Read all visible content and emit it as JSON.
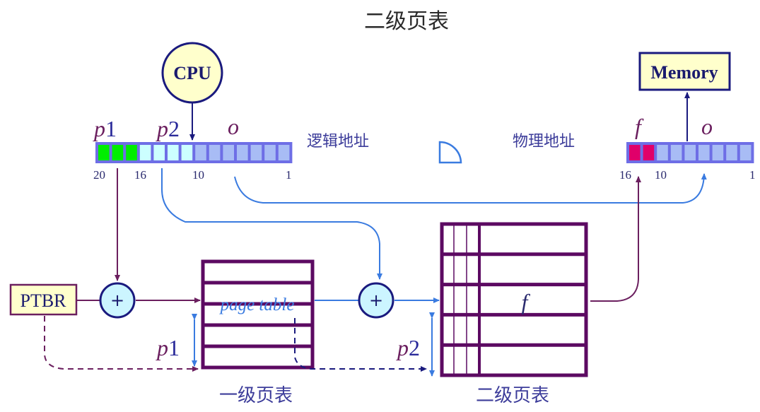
{
  "title": "二级页表",
  "cpu": {
    "label": "CPU"
  },
  "memory": {
    "label": "Memory"
  },
  "ptbr": {
    "label": "PTBR"
  },
  "logical_address": {
    "label": "逻辑地址",
    "fields": {
      "p1": {
        "italic": "p",
        "digit": "1"
      },
      "p2": {
        "italic": "p",
        "digit": "2"
      },
      "o": {
        "italic": "o"
      }
    },
    "bit_labels": [
      "20",
      "16",
      "10",
      "1"
    ],
    "cells": [
      "p1",
      "p1",
      "p1",
      "p2",
      "p2",
      "p2",
      "p2",
      "o",
      "o",
      "o",
      "o",
      "o",
      "o",
      "o"
    ]
  },
  "physical_address": {
    "label": "物理地址",
    "fields": {
      "f": {
        "italic": "f"
      },
      "o": {
        "italic": "o"
      }
    },
    "bit_labels": [
      "16",
      "10",
      "1"
    ],
    "cells": [
      "f",
      "f",
      "o",
      "o",
      "o",
      "o",
      "o",
      "o",
      "o"
    ]
  },
  "first_level_table": {
    "label": "一级页表",
    "entry_text": "page table",
    "rows": 5,
    "offset_label": {
      "italic": "p",
      "digit": "1"
    }
  },
  "second_level_table": {
    "label": "二级页表",
    "entry_text": "f",
    "rows": 5,
    "offset_label": {
      "italic": "p",
      "digit": "2"
    }
  },
  "adders": [
    "+",
    "+"
  ],
  "colors": {
    "p1_cell": "#00ee00",
    "p2_cell": "#ccffff",
    "o_cell": "#a8bcf5",
    "f_cell": "#e0006a",
    "register_border": "#6e6ee6",
    "table_border": "#5c0a62",
    "blue_line": "#3a7be0",
    "purple_line": "#6b1f5f",
    "box_fill": "#ffffcc",
    "adder_fill": "#ccf5ff"
  }
}
